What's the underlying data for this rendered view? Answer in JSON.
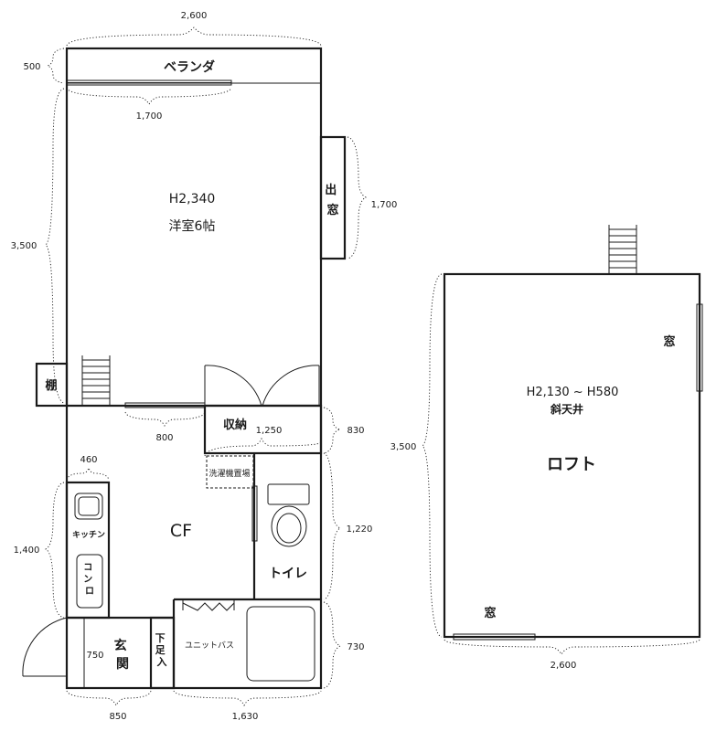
{
  "labels": {
    "veranda": "ベランダ",
    "room_height": "H2,340",
    "room_name": "洋室6帖",
    "bay_window": "出窓",
    "shelf": "棚",
    "storage": "収納",
    "washer_space": "洗濯機置場",
    "kitchen": "キッチン",
    "stove": "コンロ",
    "cf": "CF",
    "toilet": "トイレ",
    "entrance": "玄関",
    "footrest": "下足入",
    "unit_bath": "ユニットバス",
    "loft_window_top": "窓",
    "loft_height": "H2,130 ~ H580",
    "loft_ceiling": "斜天井",
    "loft": "ロフト",
    "loft_window_bottom": "窓"
  },
  "dimensions": {
    "top_width": "2,600",
    "veranda_depth": "500",
    "veranda_window": "1,700",
    "room_depth": "3,500",
    "bay_window_width": "1,700",
    "ladder_opening": "800",
    "storage_width": "1,250",
    "storage_depth": "830",
    "kitchen_depth": "460",
    "kitchen_length": "1,400",
    "toilet_depth": "1,220",
    "bath_depth": "730",
    "entrance_depth": "750",
    "entrance_width": "850",
    "bath_width": "1,630",
    "loft_depth": "3,500",
    "loft_width": "2,600"
  }
}
